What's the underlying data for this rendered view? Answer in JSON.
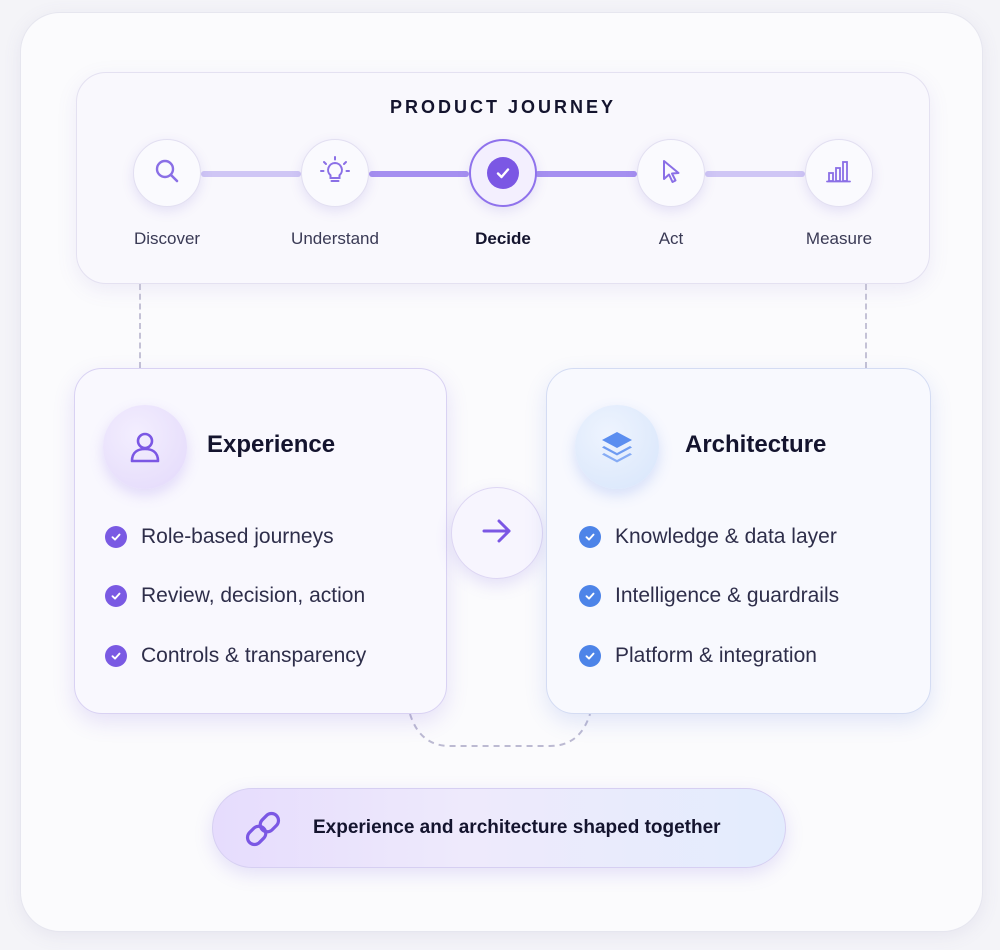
{
  "journey": {
    "title": "PRODUCT JOURNEY",
    "steps": [
      {
        "label": "Discover",
        "icon": "search-icon",
        "active": false
      },
      {
        "label": "Understand",
        "icon": "lightbulb-icon",
        "active": false
      },
      {
        "label": "Decide",
        "icon": "check-circle-icon",
        "active": true
      },
      {
        "label": "Act",
        "icon": "cursor-icon",
        "active": false
      },
      {
        "label": "Measure",
        "icon": "bar-chart-icon",
        "active": false
      }
    ]
  },
  "experience": {
    "title": "Experience",
    "icon": "user-icon",
    "items": [
      "Role-based journeys",
      "Review, decision, action",
      "Controls & transparency"
    ]
  },
  "architecture": {
    "title": "Architecture",
    "icon": "layers-icon",
    "items": [
      "Knowledge & data layer",
      "Intelligence & guardrails",
      "Platform & integration"
    ]
  },
  "connector": {
    "icon": "arrow-right-icon"
  },
  "banner": {
    "icon": "link-icon",
    "text": "Experience and architecture shaped together"
  },
  "colors": {
    "accent_purple": "#7b57e4",
    "accent_blue": "#4d84e8",
    "text_dark": "#14142e"
  }
}
